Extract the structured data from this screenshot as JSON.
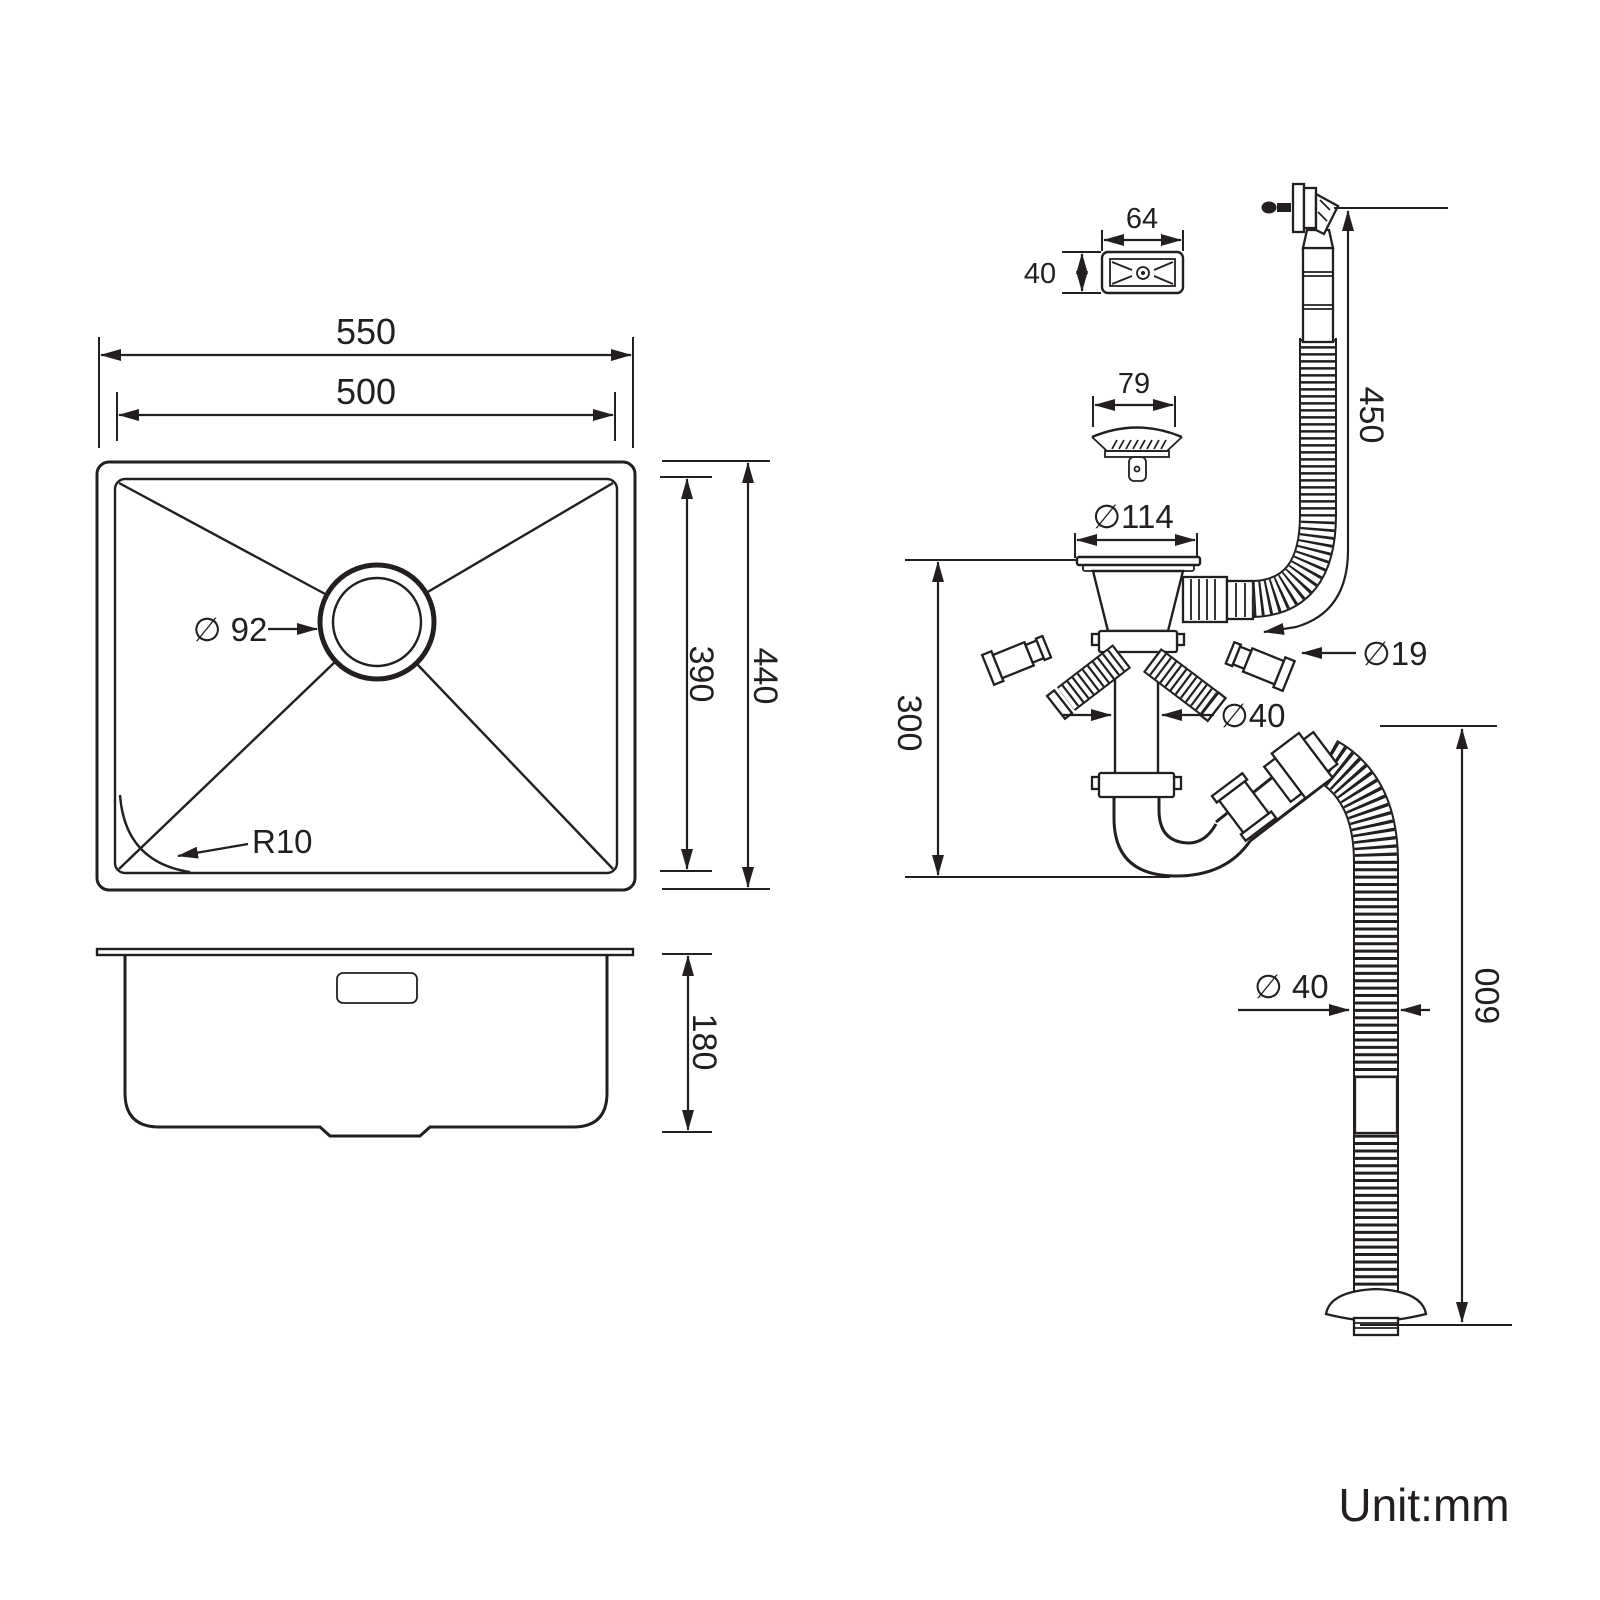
{
  "drawing": {
    "title_hint": "kitchen sink installation dimensions",
    "line_color": "#231f20",
    "background_color": "#ffffff",
    "unit_label": "Unit:mm",
    "top_view": {
      "outer_width": "550",
      "inner_width": "500",
      "outer_depth": "440",
      "inner_depth": "390",
      "drain_diameter": "∅ 92",
      "corner_radius": "R10"
    },
    "side_view": {
      "bowl_depth": "180"
    },
    "overflow_cover": {
      "width": "64",
      "height": "40"
    },
    "strainer_basket": {
      "diameter": "79"
    },
    "waste_assembly": {
      "flange_diameter": "∅114",
      "assembly_height": "300",
      "overflow_hose_length": "450",
      "overflow_hose_diameter": "∅19",
      "waste_pipe_diameter": "∅40"
    },
    "outlet_hose": {
      "diameter": "∅ 40",
      "length": "600"
    }
  }
}
